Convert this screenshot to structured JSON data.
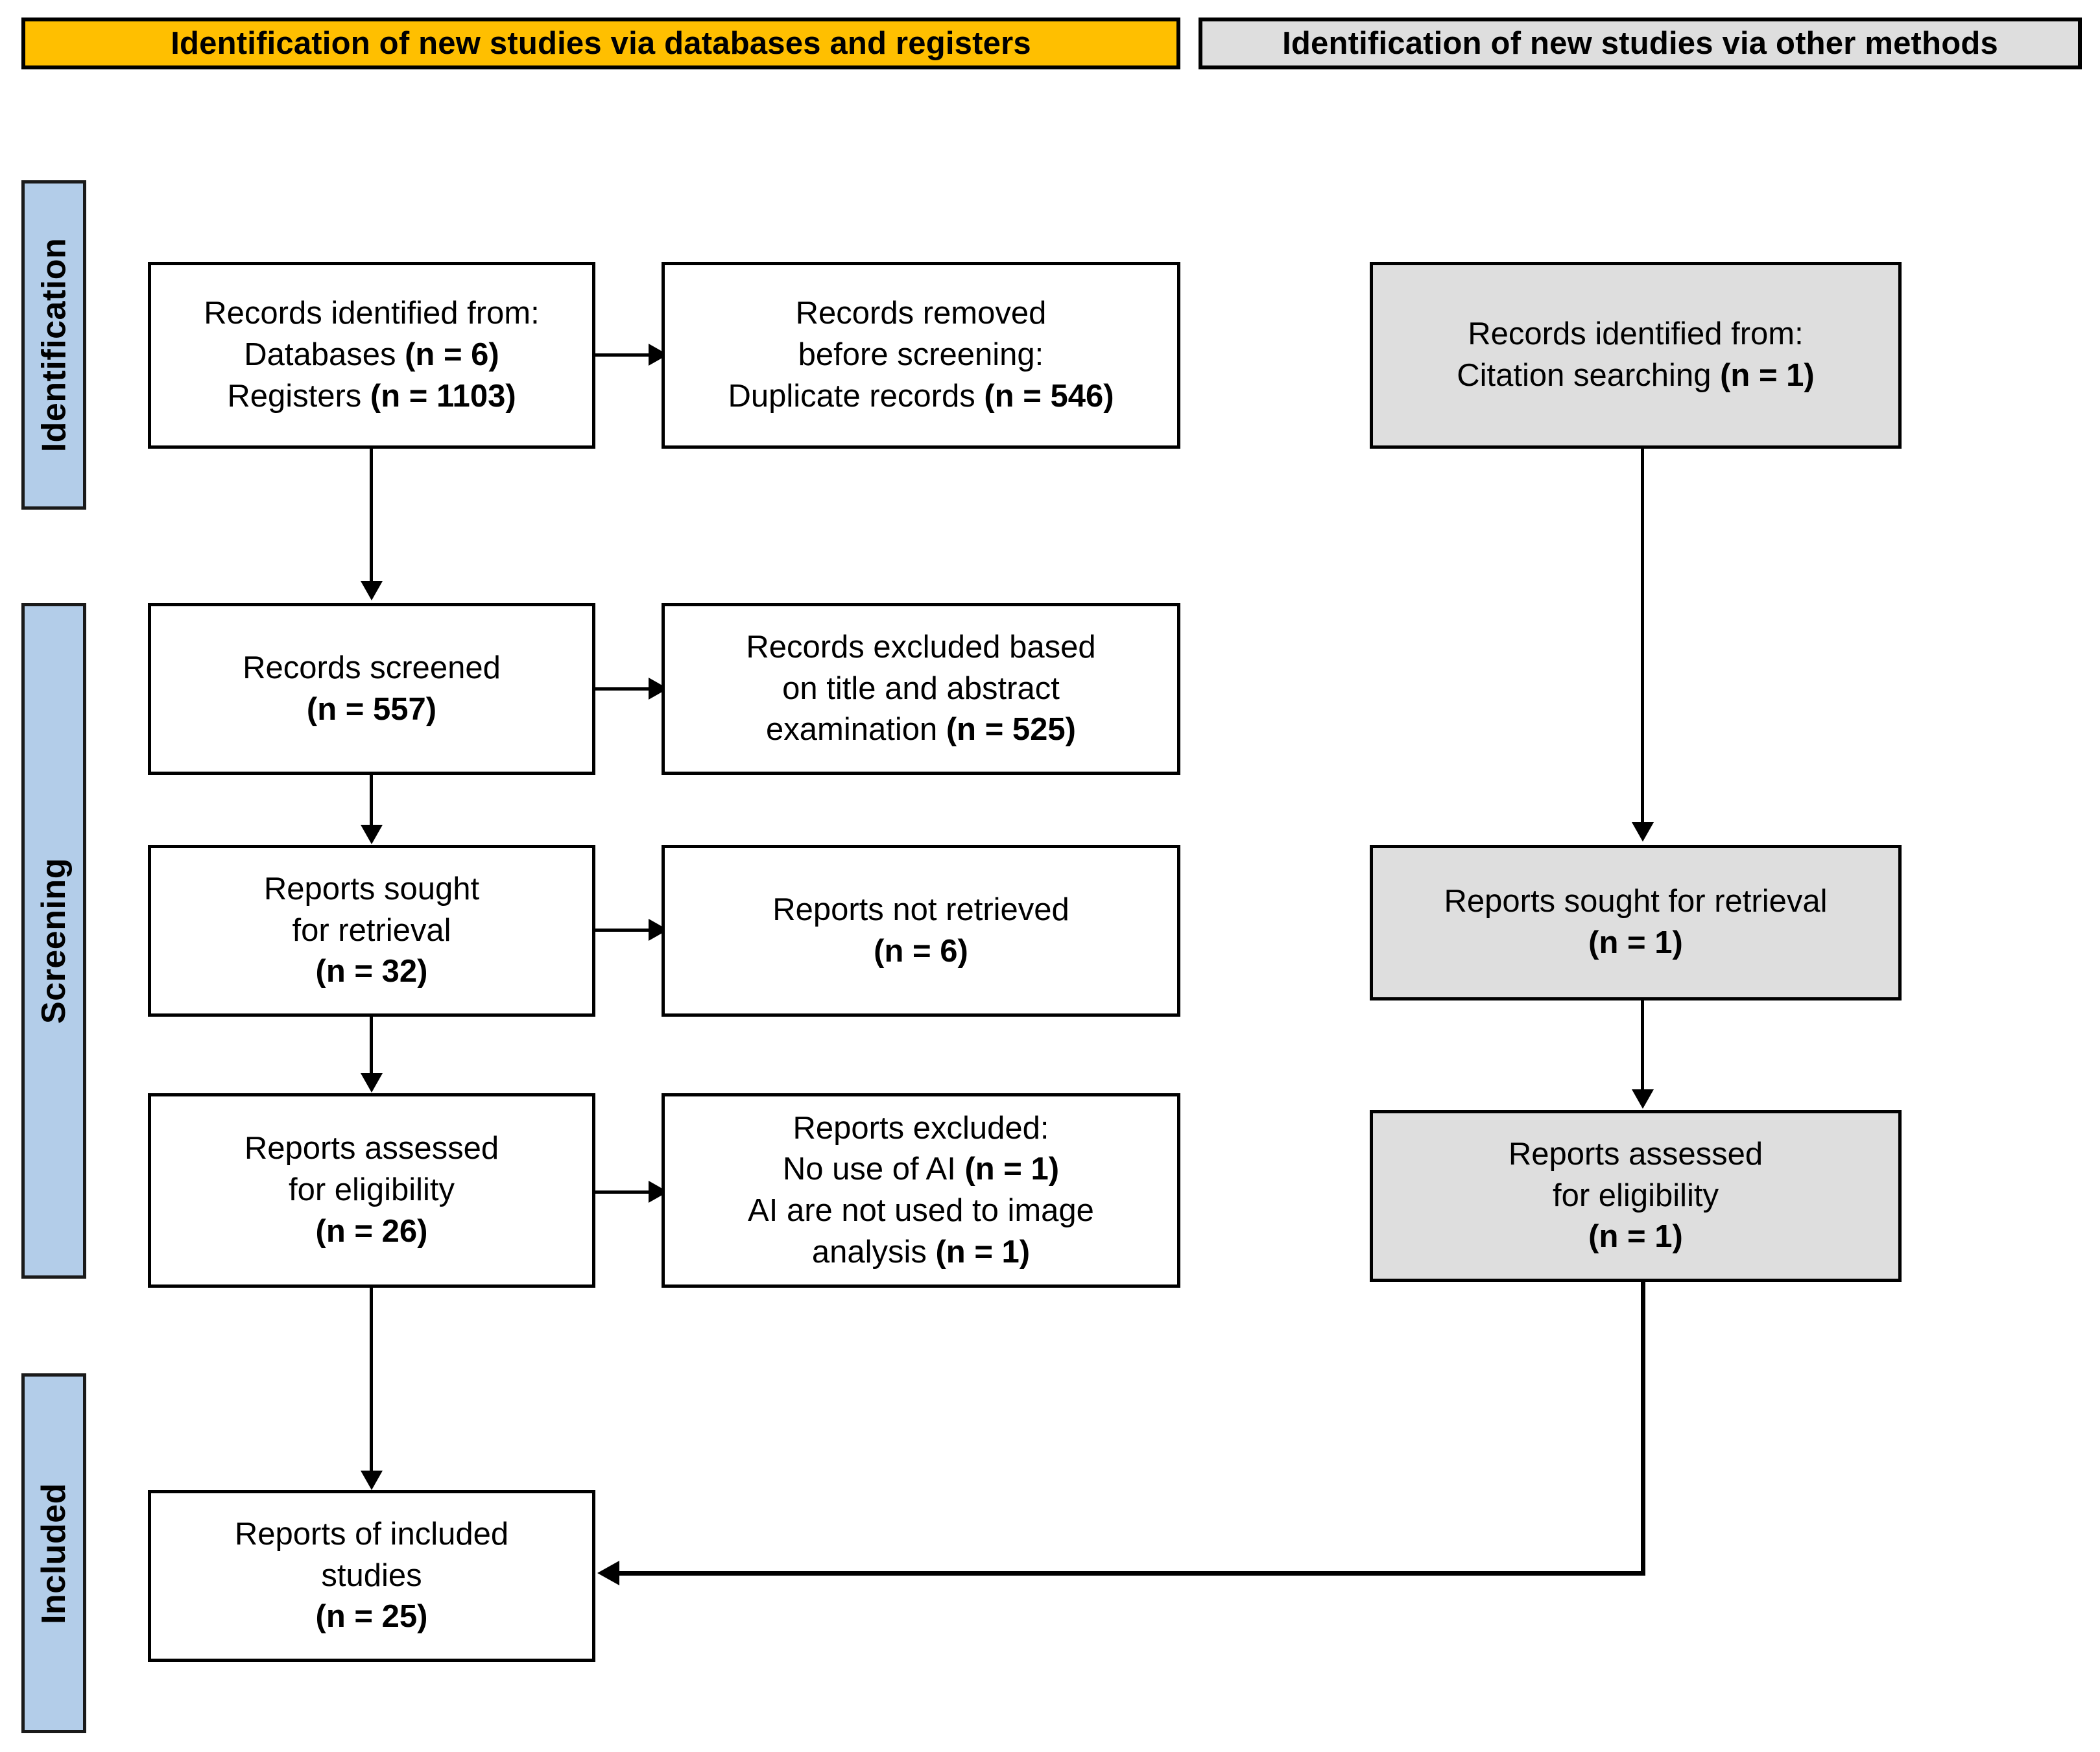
{
  "headers": {
    "databases": "Identification of new studies via databases and registers",
    "other": "Identification of new studies via other methods"
  },
  "stages": {
    "identification": "Identification",
    "screening": "Screening",
    "included": "Included"
  },
  "colors": {
    "banner_databases_bg": "#FFBF00",
    "banner_other_bg": "#DEDEDE",
    "stage_label_bg": "#B3CDE9",
    "node_grey_bg": "#DEDEDE",
    "node_white_bg": "#FFFFFF",
    "stroke": "#000000"
  },
  "nodes": {
    "records_identified": {
      "line1": "Records identified from:",
      "line2_label": "Databases ",
      "line2_count": "(n = 6)",
      "line3_label": "Registers ",
      "line3_count": "(n = 1103)"
    },
    "records_removed": {
      "line1": "Records removed",
      "line2": "before screening:",
      "line3_label": "Duplicate records ",
      "line3_count": "(n = 546)"
    },
    "records_screened": {
      "line1": "Records screened",
      "line2_count": "(n = 557)"
    },
    "records_excluded": {
      "line1": "Records excluded based",
      "line2": "on title and abstract",
      "line3_label": "examination ",
      "line3_count": "(n = 525)"
    },
    "reports_sought": {
      "line1": "Reports sought",
      "line2": "for retrieval",
      "line3_count": "(n = 32)"
    },
    "reports_not_retrieved": {
      "line1": "Reports not retrieved",
      "line2_count": "(n = 6)"
    },
    "reports_assessed": {
      "line1": "Reports assessed",
      "line2": "for eligibility",
      "line3_count": "(n = 26)"
    },
    "reports_excluded": {
      "line1": "Reports excluded:",
      "line2_label": "No use of AI ",
      "line2_count": "(n = 1)",
      "line3_label": "AI are not used to image",
      "line4_label": "analysis ",
      "line4_count": "(n = 1)"
    },
    "reports_included": {
      "line1": "Reports of included",
      "line2": "studies",
      "line3_count": "(n = 25)"
    },
    "other_identified": {
      "line1": "Records identified from:",
      "line2_label": "Citation searching ",
      "line2_count": "(n = 1)"
    },
    "other_sought": {
      "line1": "Reports sought for retrieval",
      "line2_count": "(n = 1)"
    },
    "other_assessed": {
      "line1": "Reports assessed",
      "line2": "for eligibility",
      "line3_count": "(n = 1)"
    }
  }
}
